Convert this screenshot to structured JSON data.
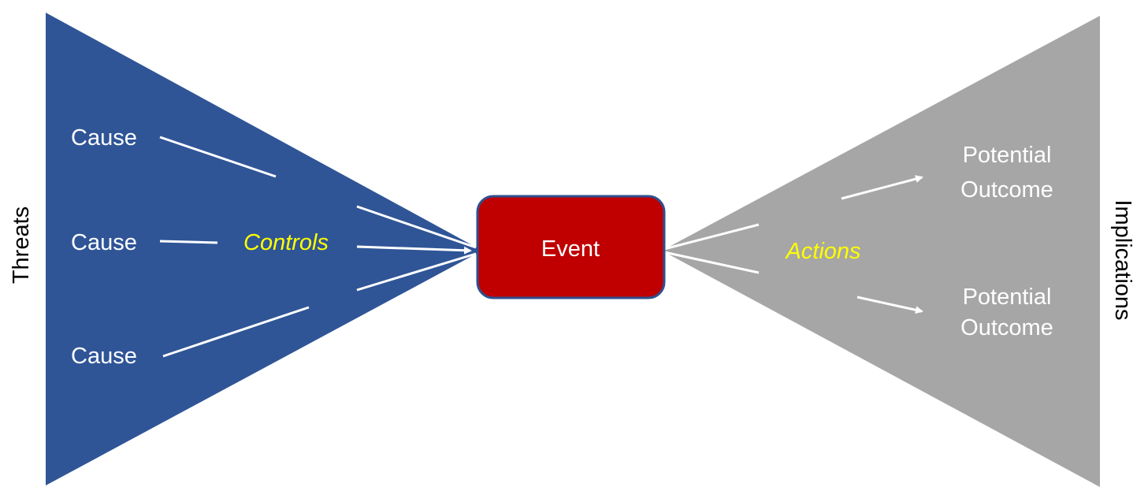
{
  "diagram": {
    "type": "bowtie",
    "left_side_label": "Threats",
    "right_side_label": "Implications",
    "center_event": "Event",
    "left_zone_label": "Controls",
    "right_zone_label": "Actions",
    "causes": [
      "Cause",
      "Cause",
      "Cause"
    ],
    "outcomes": [
      {
        "line1": "Potential",
        "line2": "Outcome"
      },
      {
        "line1": "Potential",
        "line2": "Outcome"
      }
    ]
  },
  "colors": {
    "threat_wedge": "#2f5597",
    "implication_wedge": "#a6a6a6",
    "event_fill": "#c00000",
    "event_border": "#2f4f8f",
    "connector": "#ffffff",
    "zone_label": "#ffff00"
  }
}
